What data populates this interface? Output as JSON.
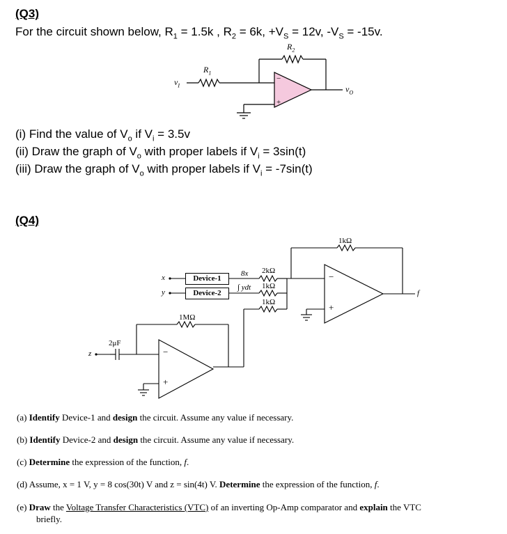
{
  "q3": {
    "heading": "(Q3)",
    "intro": {
      "p1": "For the circuit shown below, R",
      "s1": "1",
      "p2": " = 1.5k , R",
      "s2": "2",
      "p3": " = 6k, +V",
      "s3": "S",
      "p4": " = 12v, -V",
      "s4": "S",
      "p5": " = -15v."
    },
    "circuit": {
      "r1": "R",
      "r1_sub": "1",
      "r2": "R",
      "r2_sub": "2",
      "vi": "v",
      "vi_sub": "I",
      "vo": "v",
      "vo_sub": "O",
      "minus": "−",
      "plus": "+"
    },
    "items": [
      {
        "a": "(i) Find the value of V",
        "s1": "o",
        "b": " if V",
        "s2": "i",
        "c": " = 3.5v"
      },
      {
        "a": "(ii) Draw the graph of V",
        "s1": "o",
        "b": " with proper labels if V",
        "s2": "i",
        "c": " = 3sin(t)"
      },
      {
        "a": "(iii) Draw the graph of V",
        "s1": "o",
        "b": " with proper labels if V",
        "s2": "i",
        "c": " = -7sin(t)"
      }
    ]
  },
  "q4": {
    "heading": "(Q4)",
    "circuit": {
      "x": "x",
      "y": "y",
      "z": "z",
      "device1": "Device-1",
      "device2": "Device-2",
      "r_fb": "1kΩ",
      "r_2k": "2kΩ",
      "r_1k_a": "1kΩ",
      "r_1k_b": "1kΩ",
      "label_8x": "8x",
      "label_int": "∫ ydt",
      "r_1m": "1MΩ",
      "cap": "2μF",
      "out_f": "f",
      "minus": "−",
      "plus": "+"
    },
    "parts": [
      {
        "label": "(a)",
        "bold1": "Identify",
        "t1": " Device-1 and ",
        "bold2": "design",
        "t2": " the circuit. Assume any value if necessary."
      },
      {
        "label": "(b)",
        "bold1": "Identify",
        "t1": " Device-2 and ",
        "bold2": "design",
        "t2": " the circuit. Assume any value if necessary."
      },
      {
        "label": "(c)",
        "bold1": "Determine",
        "t1": " the expression of the function, ",
        "f": "f",
        "t2": "."
      },
      {
        "label": "(d)",
        "t0": " Assume, x = 1 V, y = 8 cos(30t) V and z = sin(4t) V. ",
        "bold1": "Determine",
        "t1": " the expression of the function, ",
        "f": "f",
        "t2": "."
      },
      {
        "label": "(e)",
        "bold1": "Draw",
        "t1": " the ",
        "u1": "Voltage Transfer Characteristics (VTC)",
        "t2": " of an inverting Op-Amp comparator and ",
        "bold2": "explain",
        "t3": " the VTC",
        "t4": "briefly."
      }
    ]
  }
}
